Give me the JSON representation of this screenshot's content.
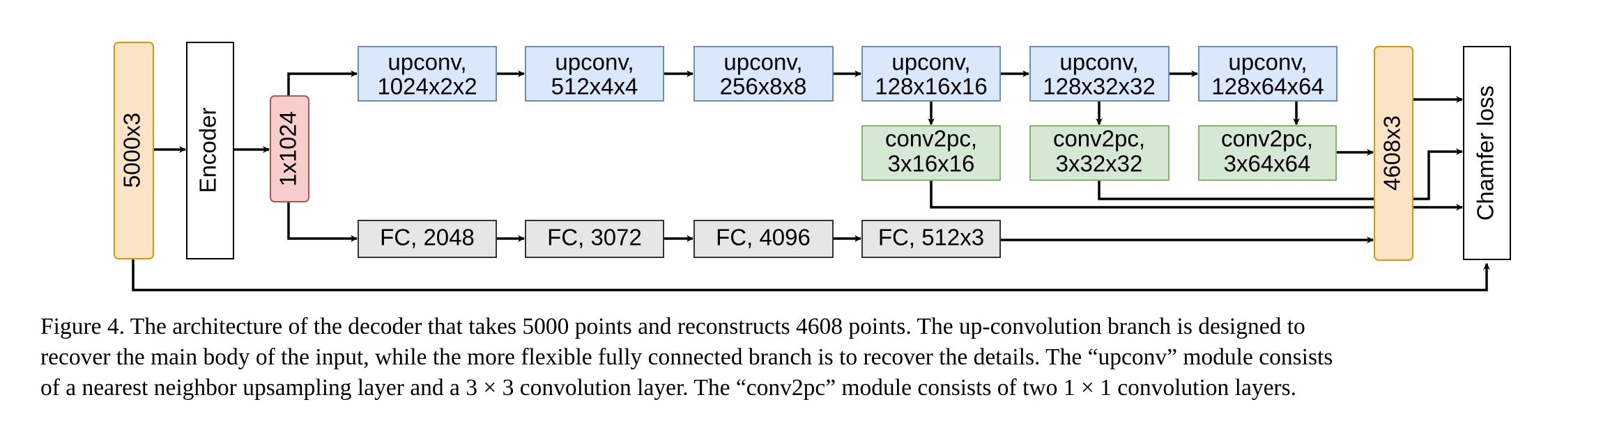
{
  "diagram": {
    "input_block": "5000x3",
    "encoder_block": "Encoder",
    "latent_block": "1x1024",
    "upconv_blocks": [
      {
        "line1": "upconv,",
        "line2": "1024x2x2"
      },
      {
        "line1": "upconv,",
        "line2": "512x4x4"
      },
      {
        "line1": "upconv,",
        "line2": "256x8x8"
      },
      {
        "line1": "upconv,",
        "line2": "128x16x16"
      },
      {
        "line1": "upconv,",
        "line2": "128x32x32"
      },
      {
        "line1": "upconv,",
        "line2": "128x64x64"
      }
    ],
    "conv2pc_blocks": [
      {
        "line1": "conv2pc,",
        "line2": "3x16x16"
      },
      {
        "line1": "conv2pc,",
        "line2": "3x32x32"
      },
      {
        "line1": "conv2pc,",
        "line2": "3x64x64"
      }
    ],
    "fc_blocks": [
      "FC, 2048",
      "FC, 3072",
      "FC, 4096",
      "FC, 512x3"
    ],
    "output_block": "4608x3",
    "loss_block": "Chamfer loss",
    "colors": {
      "orange_fill": "#fde3c6",
      "orange_stroke": "#d79b00",
      "red_fill": "#f8cecc",
      "red_stroke": "#b85450",
      "blue_fill": "#dae8fc",
      "blue_stroke": "#6c8ebf",
      "green_fill": "#d5e8d4",
      "green_stroke": "#82b366",
      "gray_fill": "#e6e6e6",
      "gray_stroke": "#333333"
    }
  },
  "caption": {
    "line1": "Figure 4. The architecture of the decoder that takes 5000 points and reconstructs 4608 points. The up-convolution branch is designed to",
    "line2": "recover the main body of the input, while the more flexible fully connected branch is to recover the details. The “upconv” module consists",
    "line3": "of a nearest neighbor upsampling layer and a 3 × 3 convolution layer. The “conv2pc” module consists of two 1 × 1 convolution layers."
  }
}
